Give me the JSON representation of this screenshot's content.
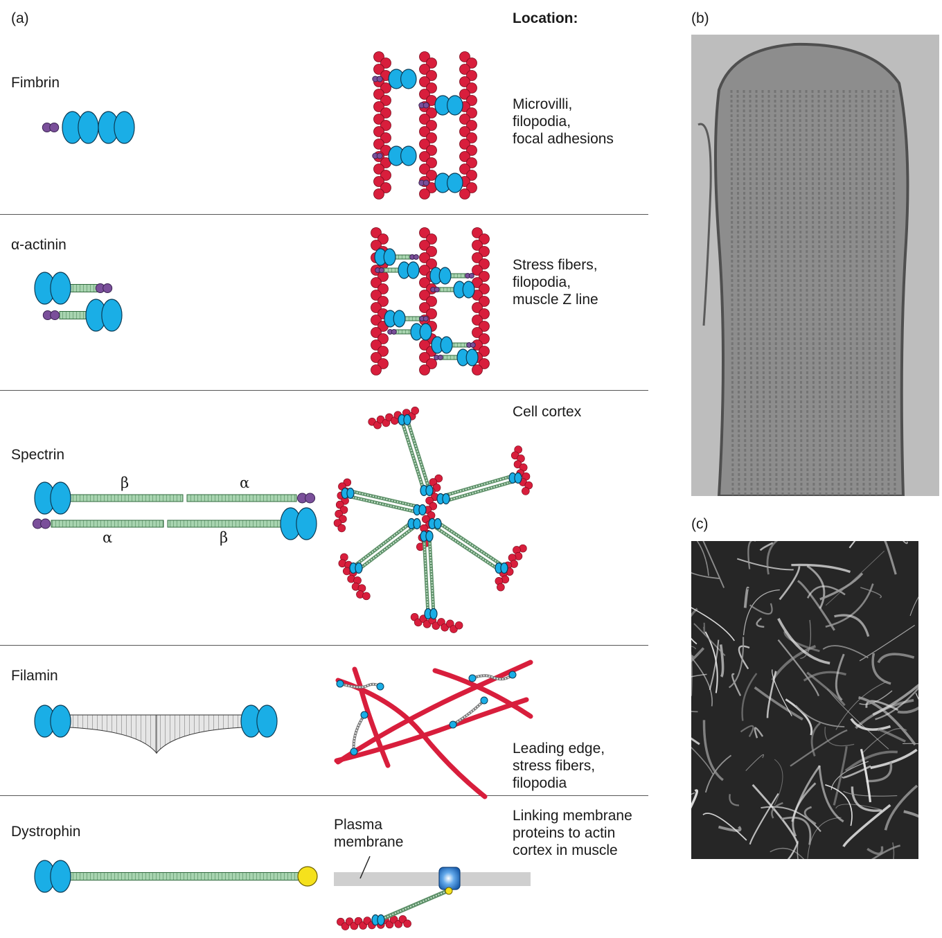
{
  "panels": {
    "a": "(a)",
    "b": "(b)",
    "c": "(c)"
  },
  "location_header": "Location:",
  "rows": [
    {
      "protein": "Fimbrin",
      "location": "Microvilli,\nfilopodia,\nfocal adhesions"
    },
    {
      "protein": "α-actinin",
      "location": "Stress fibers,\nfilopodia,\nmuscle Z line"
    },
    {
      "protein": "Spectrin",
      "location": "Cell cortex"
    },
    {
      "protein": "Filamin",
      "location": "Leading edge,\nstress fibers,\nfilopodia"
    },
    {
      "protein": "Dystrophin",
      "location": "Linking membrane\nproteins to actin\ncortex in muscle"
    }
  ],
  "spectrin_labels": {
    "beta_top": "β",
    "alpha_top": "α",
    "alpha_bottom": "α",
    "beta_bottom": "β"
  },
  "membrane_label": "Plasma\nmembrane",
  "colors": {
    "actin": "#d81e3c",
    "abd": "#1aaee6",
    "cam": "#7a4f9a",
    "rod": "#9fcfa9",
    "dystro_end": "#f5e11c",
    "membrane": "#d0d0d0",
    "membrane_protein": "#1b6fc4"
  }
}
